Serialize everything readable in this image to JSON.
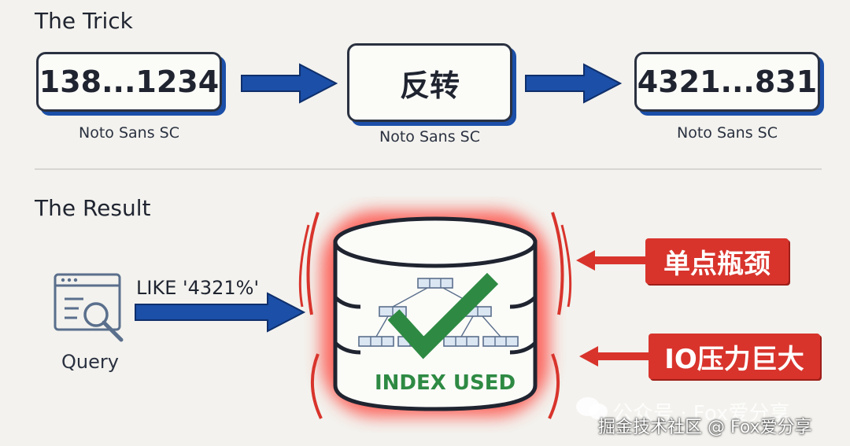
{
  "trick": {
    "heading": "The Trick",
    "steps": [
      {
        "text": "138...1234",
        "caption": "Noto Sans SC"
      },
      {
        "text": "反转",
        "caption": "Noto Sans SC"
      },
      {
        "text": "4321...831",
        "caption": "Noto Sans SC"
      }
    ]
  },
  "result": {
    "heading": "The Result",
    "query_label": "Query",
    "like_text": "LIKE '4321%'",
    "index_label": "INDEX USED",
    "callouts": [
      "单点瓶颈",
      "IO压力巨大"
    ]
  },
  "watermark": {
    "line1": "公众号 · Fox爱分享",
    "line2": "掘金技术社区 @ Fox爱分享"
  },
  "colors": {
    "arrow_blue": "#1b4fa8",
    "callout_red": "#d8342c",
    "check_green": "#2e8a43",
    "glow_red": "#e8413a"
  }
}
